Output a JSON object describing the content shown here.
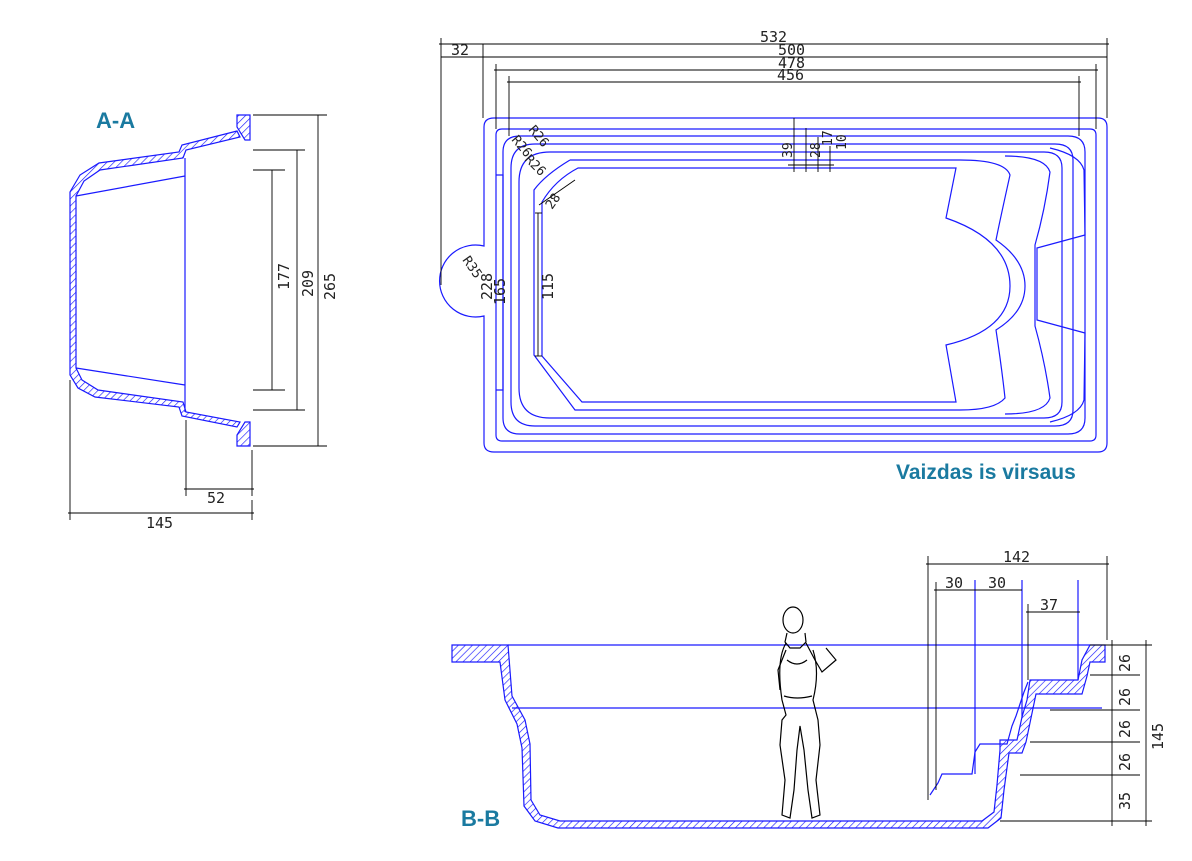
{
  "section_aa": {
    "title": "A-A",
    "dims": {
      "d177": "177",
      "d209": "209",
      "d265": "265",
      "d52": "52",
      "d145": "145"
    }
  },
  "top_view": {
    "title": "Vaizdas is virsaus",
    "dims": {
      "d532": "532",
      "d500": "500",
      "d478": "478",
      "d456": "456",
      "d32": "32",
      "d39": "39",
      "d28": "28",
      "d17": "17",
      "d10": "10",
      "r26a": "R26",
      "r26b": "R26",
      "r26c": "R26",
      "d28b": "28",
      "d115": "115",
      "d165": "165",
      "d228": "228",
      "r35": "R35"
    }
  },
  "section_bb": {
    "title": "B-B",
    "dims": {
      "d142": "142",
      "d30a": "30",
      "d30b": "30",
      "d37": "37",
      "v26a": "26",
      "v26b": "26",
      "v26c": "26",
      "v26d": "26",
      "v35": "35",
      "v145": "145"
    }
  },
  "colors": {
    "outline": "#1a1aff",
    "title": "#1a7aa0",
    "hatch": "#1a1aff"
  }
}
